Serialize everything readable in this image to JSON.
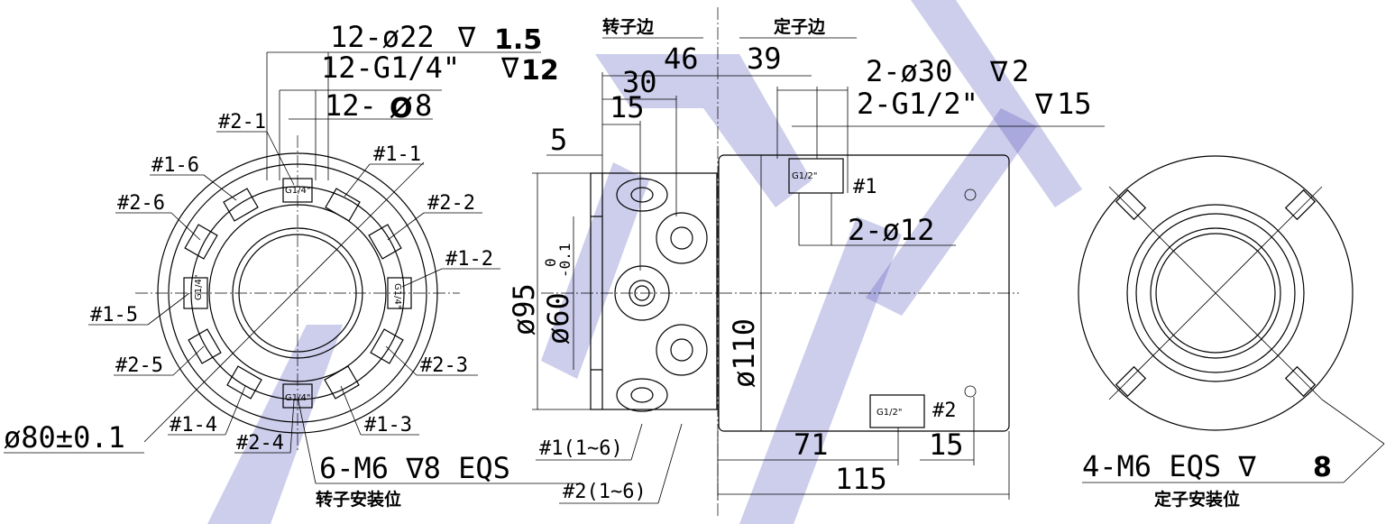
{
  "captions": {
    "rotor_side": "转子边",
    "stator_side": "定子边",
    "rotor_mount": "转子安装位",
    "stator_mount": "定子安装位"
  },
  "left_view": {
    "dim_holes_a": "12-ø22",
    "dim_holes_a_depth_sym": "∇",
    "dim_holes_a_depth": "1.5",
    "dim_threads": "12-G1/4\"",
    "dim_threads_depth_sym": "∇",
    "dim_threads_depth": "12",
    "dim_holes_b": "12-",
    "dim_holes_b_sym": "Ø",
    "dim_holes_b_val": "8",
    "dim_pcd": "ø80±0.1",
    "dim_mount_holes": "6-M6 ∇8 EQS",
    "port_labels": {
      "p21": "#2-1",
      "p11": "#1-1",
      "p16": "#1-6",
      "p26": "#2-6",
      "p22": "#2-2",
      "p12": "#1-2",
      "p15": "#1-5",
      "p25": "#2-5",
      "p23": "#2-3",
      "p14": "#1-4",
      "p24": "#2-4",
      "p13": "#1-3"
    },
    "port_thread": "G1/4\""
  },
  "side_view": {
    "dim_46": "46",
    "dim_30": "30",
    "dim_15": "15",
    "dim_5": "5",
    "dim_39": "39",
    "dim_d95": "ø95",
    "dim_d60": "ø60",
    "dim_d60_tol_up": "0",
    "dim_d60_tol_low": "-0.1",
    "dim_d110": "ø110",
    "dim_2xd30": "2-ø30",
    "dim_2xd30_depth_sym": "∇",
    "dim_2xd30_depth": "2",
    "dim_2xg12": "2-G1/2\"",
    "dim_2xg12_depth_sym": "∇",
    "dim_2xg12_depth": "15",
    "dim_2xd12": "2-ø12",
    "port1": "#1",
    "port2": "#2",
    "thread_top": "G1/2\"",
    "thread_bottom": "G1/2\"",
    "dim_71": "71",
    "dim_15b": "15",
    "dim_115": "115",
    "ref_1": "#1(1~6)",
    "ref_2": "#2(1~6)"
  },
  "right_view": {
    "dim_mount": "4-M6 EQS ∇",
    "dim_mount_depth": "8"
  }
}
